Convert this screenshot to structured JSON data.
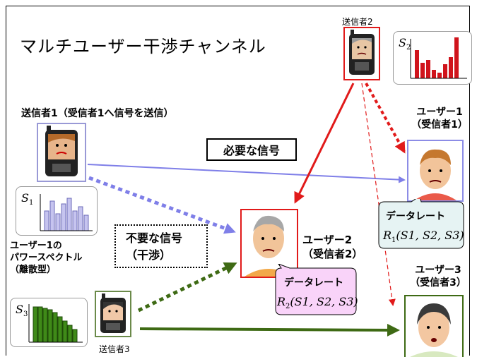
{
  "title": "マルチユーザー干渉チャンネル",
  "labels": {
    "sender1": "送信者1（受信者1へ信号を送信）",
    "sender2": "送信者2",
    "sender3": "送信者3",
    "user1_name": "ユーザー1",
    "user1_role": "（受信者1）",
    "user2_name": "ユーザー2",
    "user2_role": "（受信者2）",
    "user3_name": "ユーザー3",
    "user3_role": "（受信者3）",
    "necessary_signal": "必要な信号",
    "unnecessary_signal": "不要な信号",
    "interference": "（干渉）",
    "power_spectrum_line1": "ユーザー1の",
    "power_spectrum_line2": "パワースペクトル",
    "power_spectrum_line3": "（離散型）",
    "data_rate": "データレート"
  },
  "spectra": {
    "s1": {
      "symbol": "S",
      "sub": "1",
      "color": "#9b99d4"
    },
    "s2": {
      "symbol": "S",
      "sub": "2",
      "color": "#d0141c"
    },
    "s3": {
      "symbol": "S",
      "sub": "3",
      "color": "#2e6a12"
    }
  },
  "rates": {
    "r1": {
      "symbol": "R",
      "sub": "1",
      "args": "(S1, S2, S3)"
    },
    "r2": {
      "symbol": "R",
      "sub": "2",
      "args": "(S1, S2, S3)"
    }
  },
  "colors": {
    "blue": "#7f7fe8",
    "red": "#e11a1a",
    "green": "#3e6a14",
    "bubble_blue": "#e6f3f3",
    "bubble_pink": "#f9d3f9"
  }
}
